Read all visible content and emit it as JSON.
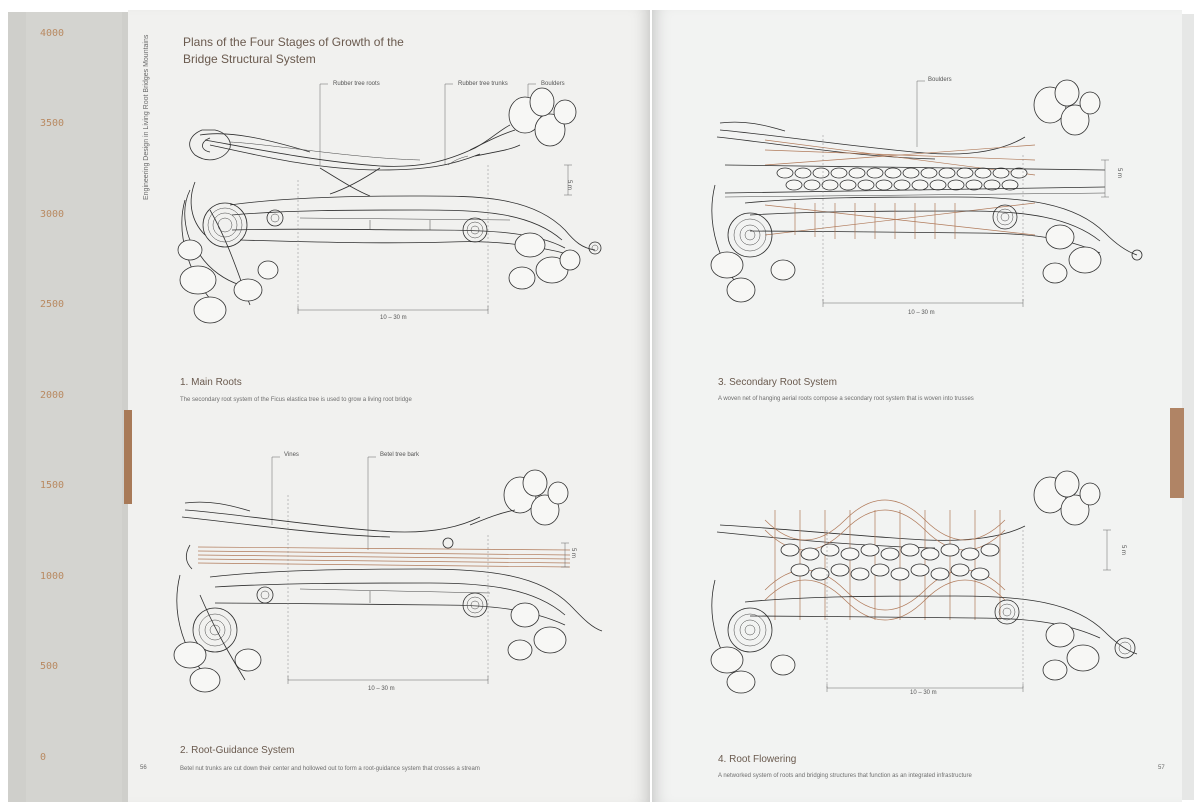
{
  "spread": {
    "scale_ruler": [
      "4000",
      "3500",
      "3000",
      "2500",
      "2000",
      "1500",
      "1000",
      "500",
      "0"
    ],
    "side_label": "Engineering Design in Living Root Bridges   Mountains",
    "page_title": "Plans of the Four Stages of Growth of the Bridge Structural System",
    "sections": [
      {
        "title": "1.   Main Roots",
        "description": "The secondary root system of the Ficus elastica tree is used to grow a living root bridge",
        "labels": [
          "Rubber tree roots",
          "Rubber tree trunks",
          "Boulders"
        ],
        "span": "10 – 30 m",
        "width": "5 m"
      },
      {
        "title": "2.   Root-Guidance System",
        "description": "Betel nut trunks are cut down their center and hollowed out to form a root-guidance system that crosses a stream",
        "labels": [
          "Vines",
          "Betel tree bark"
        ],
        "span": "10 – 30 m",
        "width": "5 m"
      },
      {
        "title": "3.   Secondary Root System",
        "description": "A woven net of hanging aerial roots compose a secondary root system that is woven into trusses",
        "labels": [
          "Boulders"
        ],
        "span": "10 – 30 m",
        "width": "5 m"
      },
      {
        "title": "4.   Root Flowering",
        "description": "A networked system of roots and bridging structures that function as an integrated infrastructure",
        "labels": [],
        "span": "10 – 30 m",
        "width": "5 m"
      }
    ],
    "page_numbers": {
      "left": "56",
      "right": "57"
    }
  },
  "colors": {
    "accent": "#b07a5a",
    "paper": "#f1f1ef",
    "ink": "#2f2f2f"
  }
}
